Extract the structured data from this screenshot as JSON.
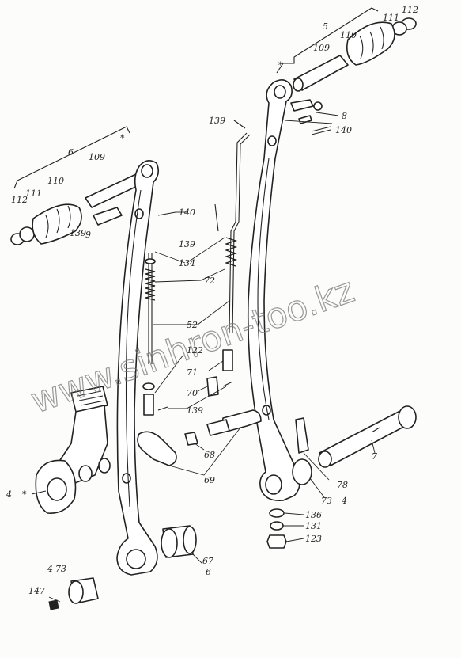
{
  "watermark": "www.sinhron-too.kz",
  "callouts": [
    {
      "id": "c112-right",
      "text": "112"
    },
    {
      "id": "c111-right",
      "text": "111"
    },
    {
      "id": "c5-right",
      "text": "5"
    },
    {
      "id": "c110-right",
      "text": "110"
    },
    {
      "id": "c109-right",
      "text": "109"
    },
    {
      "id": "cstar-right",
      "text": "*"
    },
    {
      "id": "c8-right",
      "text": "8"
    },
    {
      "id": "c140-right",
      "text": "140"
    },
    {
      "id": "c139-top",
      "text": "139"
    },
    {
      "id": "c6-left",
      "text": "6"
    },
    {
      "id": "c109-left",
      "text": "109"
    },
    {
      "id": "cstar-left",
      "text": "*"
    },
    {
      "id": "c110-left",
      "text": "110"
    },
    {
      "id": "c111-left",
      "text": "111"
    },
    {
      "id": "c112-left",
      "text": "112"
    },
    {
      "id": "c139-left",
      "text": "139"
    },
    {
      "id": "c9-left",
      "text": "9"
    },
    {
      "id": "c140-left",
      "text": "140"
    },
    {
      "id": "c139-mid",
      "text": "139"
    },
    {
      "id": "c134",
      "text": "134"
    },
    {
      "id": "c72",
      "text": "72"
    },
    {
      "id": "c52",
      "text": "52"
    },
    {
      "id": "c122",
      "text": "122"
    },
    {
      "id": "c71",
      "text": "71"
    },
    {
      "id": "c70",
      "text": "70"
    },
    {
      "id": "c139-low",
      "text": "139"
    },
    {
      "id": "c68",
      "text": "68"
    },
    {
      "id": "c69",
      "text": "69"
    },
    {
      "id": "c7",
      "text": "7"
    },
    {
      "id": "c78",
      "text": "78"
    },
    {
      "id": "c73-4",
      "text": "73"
    },
    {
      "id": "c4-right",
      "text": "4"
    },
    {
      "id": "c136",
      "text": "136"
    },
    {
      "id": "c131",
      "text": "131"
    },
    {
      "id": "c123",
      "text": "123"
    },
    {
      "id": "c4-left",
      "text": "4"
    },
    {
      "id": "cstar-pedal",
      "text": "*"
    },
    {
      "id": "c67",
      "text": "67"
    },
    {
      "id": "c6-bottom",
      "text": "6"
    },
    {
      "id": "c4-bl",
      "text": "4"
    },
    {
      "id": "c73-bl",
      "text": "73"
    },
    {
      "id": "c147",
      "text": "147"
    }
  ]
}
